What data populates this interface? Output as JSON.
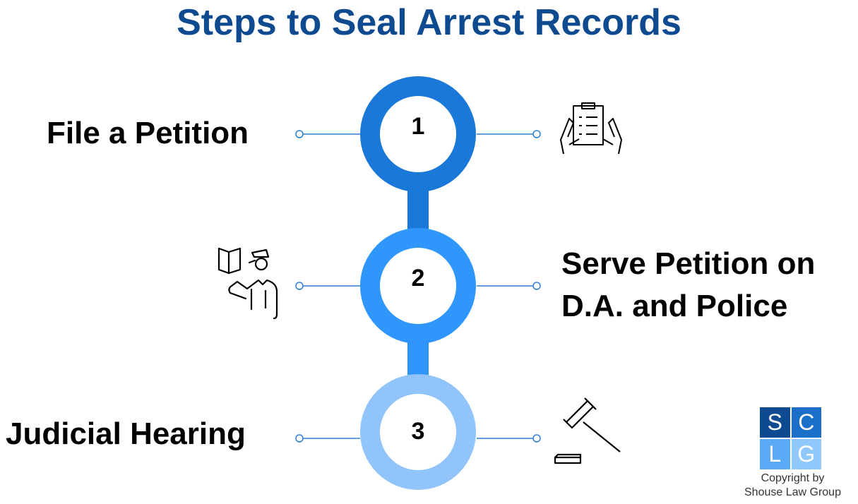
{
  "title": "Steps to Seal Arrest Records",
  "steps": [
    {
      "number": "1",
      "label": "File a Petition",
      "icon": "clipboard-in-hands-icon",
      "color": "#1a78d8"
    },
    {
      "number": "2",
      "label_line1": "Serve Petition on",
      "label_line2": "D.A. and Police",
      "icon": "police-officer-with-document-icon",
      "color": "#2f96fb"
    },
    {
      "number": "3",
      "label": "Judicial Hearing",
      "icon": "gavel-icon",
      "color": "#90c4fb"
    }
  ],
  "logo": {
    "letters": [
      "S",
      "C",
      "L",
      "G"
    ],
    "colors": [
      "#0d4a8f",
      "#1a6fc8",
      "#5aaaf5",
      "#90c8fb"
    ]
  },
  "copyright_line1": "Copyright by",
  "copyright_line2": "Shouse Law Group"
}
